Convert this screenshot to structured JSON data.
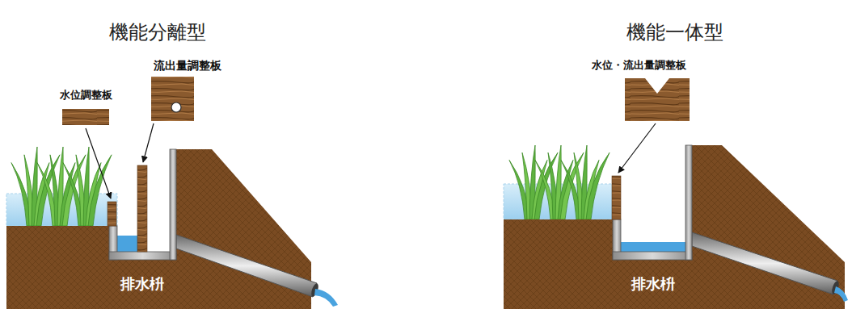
{
  "diagram": {
    "labels": [
      "機能分離型",
      "流出量調整板",
      "水位調整板",
      "排水枡",
      "機能一体型",
      "水位・流出量調整板",
      "排水枡"
    ]
  }
}
